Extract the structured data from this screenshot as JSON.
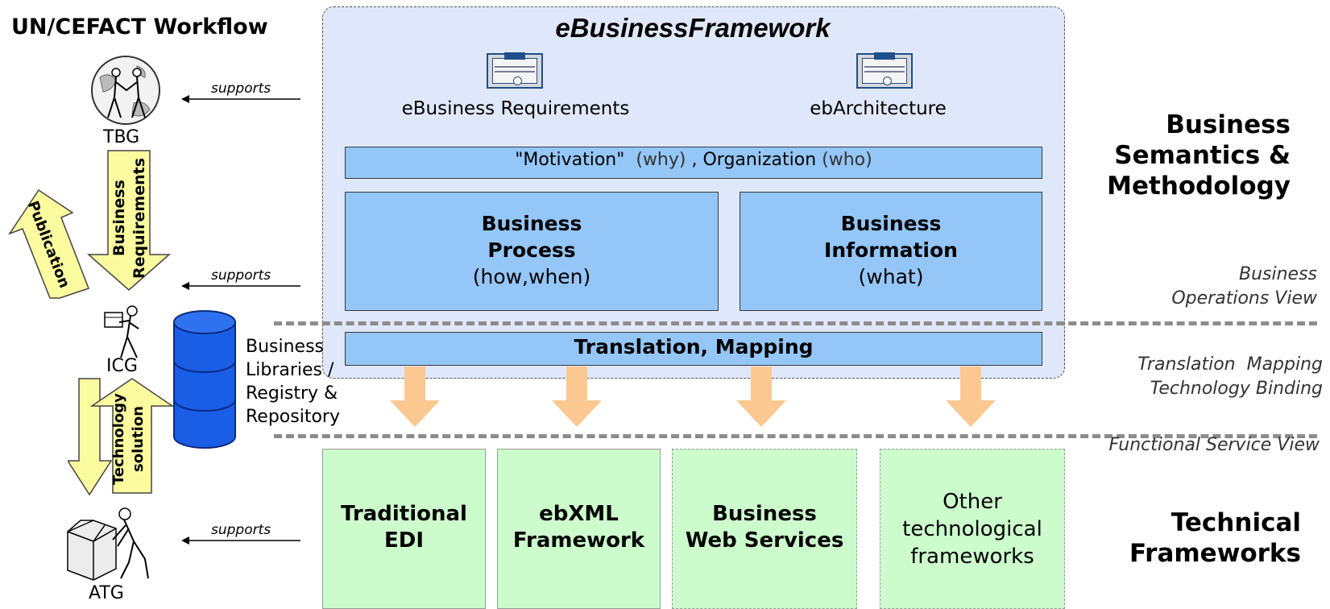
{
  "title": "UN/CEFACT Workflow",
  "framework": {
    "title": "eBusinessFramework",
    "requirements_label": "eBusiness Requirements",
    "architecture_label": "ebArchitecture",
    "motivation": {
      "quote": "\"Motivation\"",
      "why": "(why)",
      "sep": ",",
      "org": "Organization",
      "who": "(who)"
    },
    "business_process": {
      "line1": "Business",
      "line2": "Process",
      "sub": "(how,when)"
    },
    "business_information": {
      "line1": "Business",
      "line2": "Information",
      "sub": "(what)"
    },
    "translation": "Translation, Mapping"
  },
  "workflow": {
    "tbg": "TBG",
    "icg": "ICG",
    "atg": "ATG",
    "supports": [
      "supports",
      "supports",
      "supports"
    ],
    "business_requirements": [
      "Business",
      "Requirements"
    ],
    "publication": "Publication",
    "technology_solution": [
      "Technology",
      "solution"
    ]
  },
  "libraries": [
    "Business",
    "Libraries /",
    "Registry &",
    "Repository"
  ],
  "technical": [
    {
      "line1": "Traditional",
      "line2": "EDI"
    },
    {
      "line1": "ebXML",
      "line2": "Framework"
    },
    {
      "line1": "Business",
      "line2": "Web Services"
    },
    {
      "line1": "Other",
      "line2": "technological",
      "line3": "frameworks"
    }
  ],
  "right_labels": {
    "semantics": [
      "Business",
      "Semantics &",
      "Methodology"
    ],
    "operations_view": [
      "Business",
      "Operations View"
    ],
    "translation_view": [
      "Translation  Mapping",
      "Technology Binding"
    ],
    "functional_view": "Functional Service View",
    "technical": [
      "Technical",
      "Frameworks"
    ]
  },
  "colors": {
    "framework_bg": "#dfe8fa",
    "blue_box": "#94c6f7",
    "green_box": "#ccfccc",
    "arrow_orange": "#fcc891",
    "arrow_yellow": "#fbfba0",
    "database_blue": "#1a5ee6"
  }
}
